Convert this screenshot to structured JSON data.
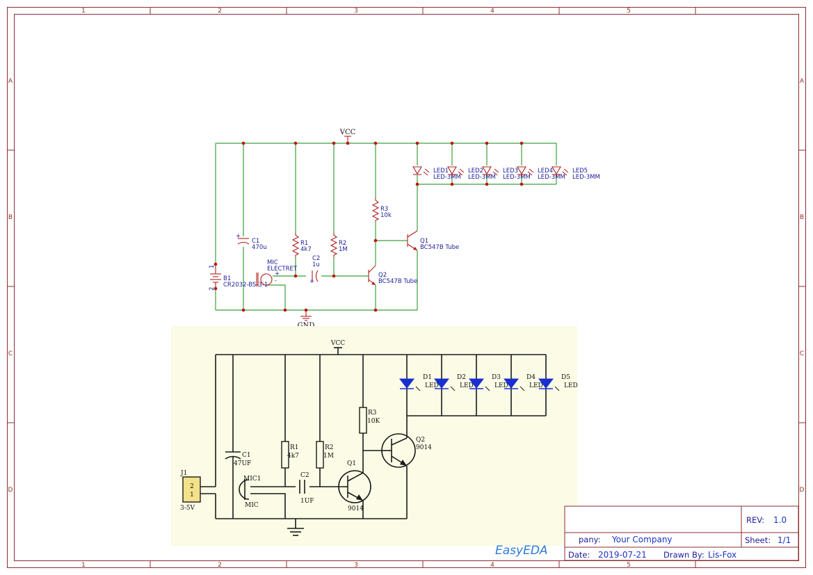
{
  "frame": {
    "columns": [
      "1",
      "2",
      "3",
      "4",
      "5"
    ],
    "rows": [
      "A",
      "B",
      "C",
      "D"
    ]
  },
  "schematic": {
    "vcc": "VCC",
    "gnd": "GND",
    "c1": {
      "ref": "C1",
      "value": "470u"
    },
    "r1": {
      "ref": "R1",
      "value": "4k7"
    },
    "r2": {
      "ref": "R2",
      "value": "1M"
    },
    "r3": {
      "ref": "R3",
      "value": "10k"
    },
    "c2": {
      "ref": "C2",
      "value": "1u"
    },
    "mic": {
      "ref": "MIC",
      "value": "ELECTRET"
    },
    "b1": {
      "ref": "B1",
      "value": "CR2032-BS-3-1",
      "pin1": "1",
      "pin2": "2"
    },
    "q1": {
      "ref": "Q1",
      "value": "BC547B Tube"
    },
    "q2": {
      "ref": "Q2",
      "value": "BC547B Tube"
    },
    "leds": [
      {
        "ref": "LED1",
        "value": "LED-3MM"
      },
      {
        "ref": "LED2",
        "value": "LED-3MM"
      },
      {
        "ref": "LED3",
        "value": "LED-3MM"
      },
      {
        "ref": "LED4",
        "value": "LED-3MM"
      },
      {
        "ref": "LED5",
        "value": "LED-3MM"
      }
    ]
  },
  "reference_image": {
    "vcc": "VCC",
    "j1": {
      "ref": "J1",
      "value": "3-5V",
      "pin2": "2",
      "pin1": "1"
    },
    "c1": {
      "ref": "C1",
      "value": "47UF"
    },
    "r1": {
      "ref": "R1",
      "value": "4k7"
    },
    "r2": {
      "ref": "R2",
      "value": "1M"
    },
    "r3": {
      "ref": "R3",
      "value": "10K"
    },
    "c2": {
      "ref": "C2",
      "value": "1UF"
    },
    "mic": {
      "ref": "MIC1",
      "value": "MIC"
    },
    "q1": {
      "ref": "Q1",
      "value": "9014"
    },
    "q2": {
      "ref": "Q2",
      "value": "9014"
    },
    "leds": [
      {
        "ref": "D1",
        "value": "LED"
      },
      {
        "ref": "D2",
        "value": "LED"
      },
      {
        "ref": "D3",
        "value": "LED"
      },
      {
        "ref": "D4",
        "value": "LED"
      },
      {
        "ref": "D5",
        "value": "LED"
      }
    ]
  },
  "title_block": {
    "rev_label": "REV:",
    "rev": "1.0",
    "company_label": "pany:",
    "company": "Your Company",
    "sheet_label": "Sheet:",
    "sheet": "1/1",
    "date_label": "Date:",
    "date": "2019-07-21",
    "drawn_label": "Drawn By:",
    "drawn": "Lis-Fox",
    "logo": "EasyEDA"
  }
}
